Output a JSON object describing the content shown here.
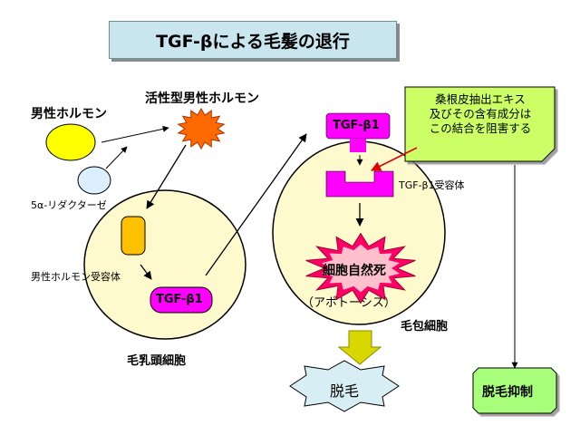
{
  "title": "TGF-βによる毛髪の退行",
  "labels": {
    "male_hormone": "男性ホルモン",
    "active_male_hormone": "活性型男性ホルモン",
    "reductase": "5α-リダクターゼ",
    "receptor_male_hormone": "男性ホルモン受容体",
    "tgf_dermal": "TGF-β1",
    "tgf_top": "TGF-β1",
    "tgf_receptor": "TGF-β1受容体",
    "cell_death": "細胞自然死",
    "apoptosis": "（アポトーシス）",
    "follicle_cell": "毛包細胞",
    "dermal_papilla_cell": "毛乳頭細胞",
    "hair_loss": "脱毛",
    "hair_loss_suppression": "脱毛抑制"
  },
  "callout": {
    "lines": [
      "桑根皮抽出エキス",
      "及びその含有成分は",
      "この結合を阻害する"
    ]
  },
  "colors": {
    "title_bg": "#c9e6ef",
    "cell_fill": "#fffacd",
    "hormone_yellow": "#ffff00",
    "enzyme_blue": "#dcefff",
    "active_orange": "#ff6a00",
    "receptor_orange": "#ffc000",
    "tgf_magenta": "#ff00ff",
    "burst_red": "#ff0066",
    "burst_pink": "#ffc0cb",
    "callout_green": "#ccff66",
    "down_arrow": "#d8d800",
    "hair_loss_fill": "#d8eef5",
    "suppression_fill": "#a8ff7a",
    "red_arrow": "#e00000"
  }
}
